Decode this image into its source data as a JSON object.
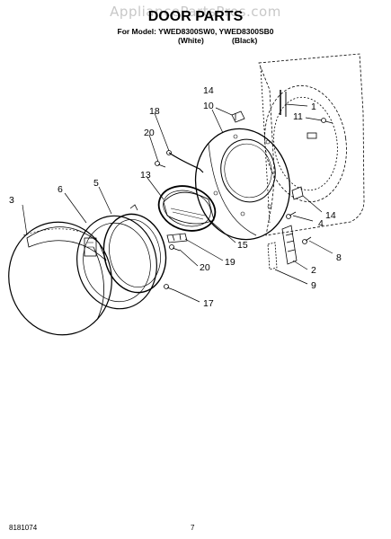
{
  "watermark": "AppliancePartsPros.com",
  "title": "DOOR PARTS",
  "model_line": "For Model: YWED8300SW0, YWED8300SB0",
  "variants": {
    "white": "(White)",
    "black": "(Black)"
  },
  "callouts": {
    "c1": "1",
    "c2": "2",
    "c3": "3",
    "c4": "4",
    "c5": "5",
    "c6": "6",
    "c8": "8",
    "c9": "9",
    "c10": "10",
    "c11": "11",
    "c13": "13",
    "c14a": "14",
    "c14b": "14",
    "c15": "15",
    "c17": "17",
    "c18": "18",
    "c19": "19",
    "c20a": "20",
    "c20b": "20"
  },
  "footer": {
    "part_number": "8181074",
    "page": "7"
  }
}
